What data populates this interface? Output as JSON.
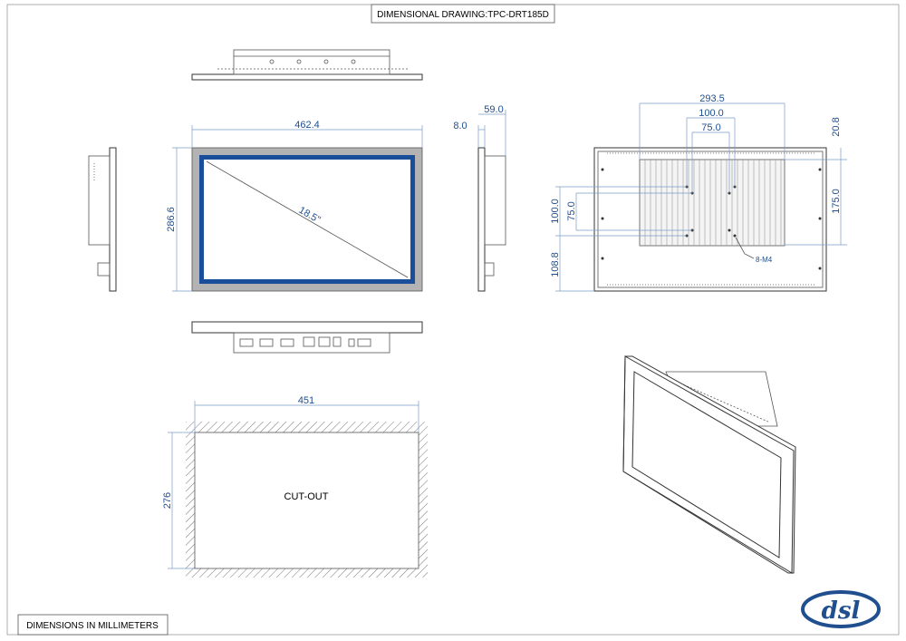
{
  "title": "DIMENSIONAL DRAWING:TPC-DRT185D",
  "footer": "DIMENSIONS IN MILLIMETERS",
  "logo_text": "dsl",
  "front_view": {
    "width": "462.4",
    "height": "286.6",
    "diagonal": "18.5\""
  },
  "side_view": {
    "bezel": "8.0",
    "depth": "59.0"
  },
  "rear_view": {
    "mount_span": "293.5",
    "vesa_100": "100.0",
    "vesa_75": "75.0",
    "top_offset": "20.8",
    "box_height": "175.0",
    "vesa_100_v": "100.0",
    "vesa_75_v": "75.0",
    "bottom_offset": "108.8",
    "screw_label": "8-M4"
  },
  "cutout": {
    "width": "451",
    "height": "276",
    "label": "CUT-OUT"
  },
  "colors": {
    "dimension": "#1f4f8f",
    "screen_border": "#1a4e9a",
    "bezel": "#b3b3b3",
    "logo": "#1f4f8f"
  }
}
